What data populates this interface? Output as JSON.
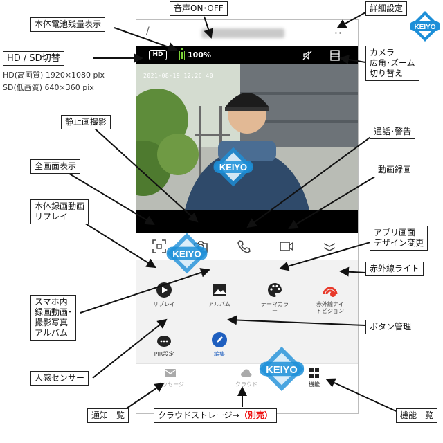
{
  "phone": {
    "back_glyph": "/",
    "more_glyph": "··",
    "status": {
      "quality_badge": "HD",
      "battery_text": "100%"
    },
    "preview": {
      "timestamp": "2021-08-19  12:26:40"
    },
    "grid": {
      "replay": "リプレイ",
      "album": "アルバム",
      "theme_line1": "テーマカラ",
      "theme_line2": "ー",
      "ir_line1": "赤外線ナイ",
      "ir_line2": "トビジョン",
      "pir": "PIR設定",
      "edit": "編集"
    },
    "nav": {
      "message": "メッセージ",
      "cloud": "クラウド",
      "function": "機能"
    }
  },
  "callouts": {
    "battery": "本体電池残量表示",
    "sound": "音声ON･OFF",
    "settings": "詳細設定",
    "hd_sd": "HD / SD切替",
    "hd_note": "HD(高画質) 1920×1080 pix",
    "sd_note": "SD(低画質) 640×360 pix",
    "lens_line1": "カメラ",
    "lens_line2": "広角･ズーム",
    "lens_line3": "切り替え",
    "still": "静止画撮影",
    "talk": "通話･警告",
    "fullscreen": "全画面表示",
    "video": "動画録画",
    "replay_line1": "本体録画動画",
    "replay_line2": "リプレイ",
    "design_line1": "アプリ画面",
    "design_line2": "デザイン変更",
    "ir": "赤外線ライト",
    "album_line1": "スマホ内",
    "album_line2": "録画動画･",
    "album_line3": "撮影写真",
    "album_line4": "アルバム",
    "button_mgmt": "ボタン管理",
    "motion": "人感センサー",
    "notify": "通知一覧",
    "cloud_main": "クラウドストレージ→",
    "cloud_sold": "（別売）",
    "function_list": "機能一覧"
  },
  "logo": {
    "text": "KEIYO"
  },
  "colors": {
    "logo_blue": "#1d8fd8",
    "edit_blue": "#1f5fbf",
    "ir_red": "#e8392a",
    "battery_green": "#7cd23a",
    "sold_red": "#e11111"
  },
  "icons": {
    "iconbar": [
      "fullscreen-icon",
      "camera-icon",
      "phone-icon",
      "video-icon",
      "chevron-down-icon"
    ],
    "status": [
      "battery-icon",
      "mute-icon",
      "lens-switch-icon"
    ]
  }
}
